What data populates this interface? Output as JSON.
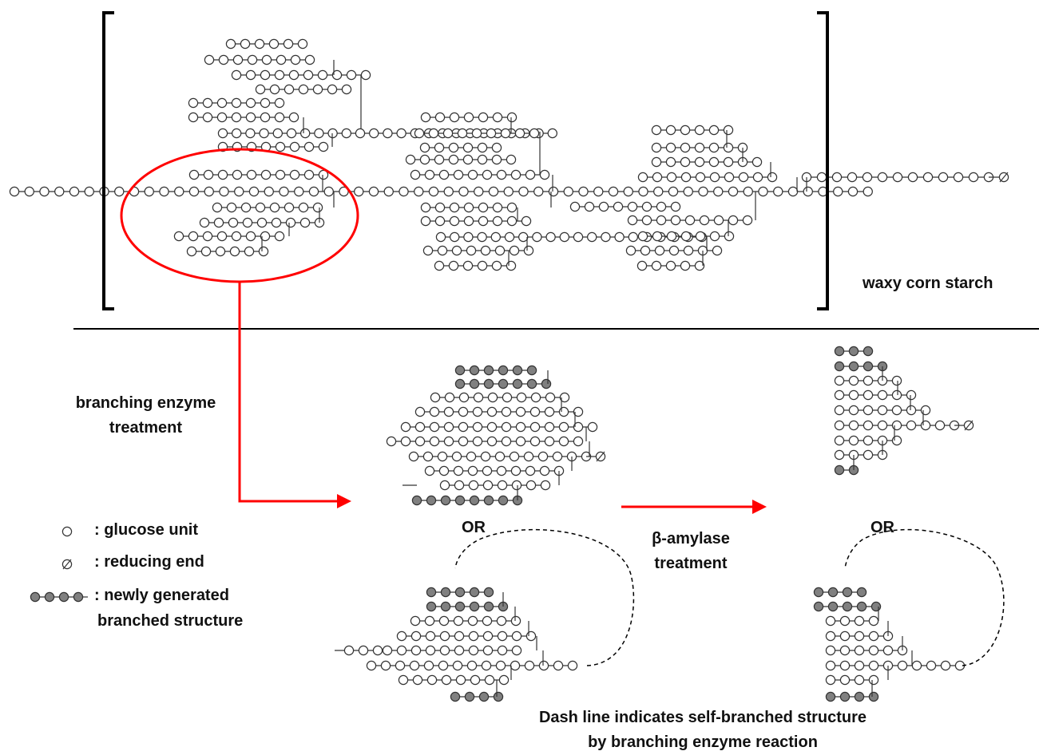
{
  "labels": {
    "waxy": "waxy corn starch",
    "be_line1": "branching enzyme",
    "be_line2": "treatment",
    "or1": "OR",
    "or2": "OR",
    "ba_line1": "β-amylase",
    "ba_line2": "treatment",
    "legend_glucose": ": glucose unit",
    "legend_reducing": ": reducing end",
    "legend_new1": ": newly generated",
    "legend_new2": "branched structure",
    "note1": "Dash line indicates self-branched structure",
    "note2": "by branching enzyme reaction"
  },
  "colors": {
    "open_circle": "#ffffff",
    "filled_circle": "#808080",
    "outline": "#333333",
    "highlight": "#ff0000"
  },
  "icons": [
    "open-circle-icon",
    "reducing-end-icon",
    "filled-chain-icon",
    "red-arrow-icon",
    "bracket-icon"
  ]
}
